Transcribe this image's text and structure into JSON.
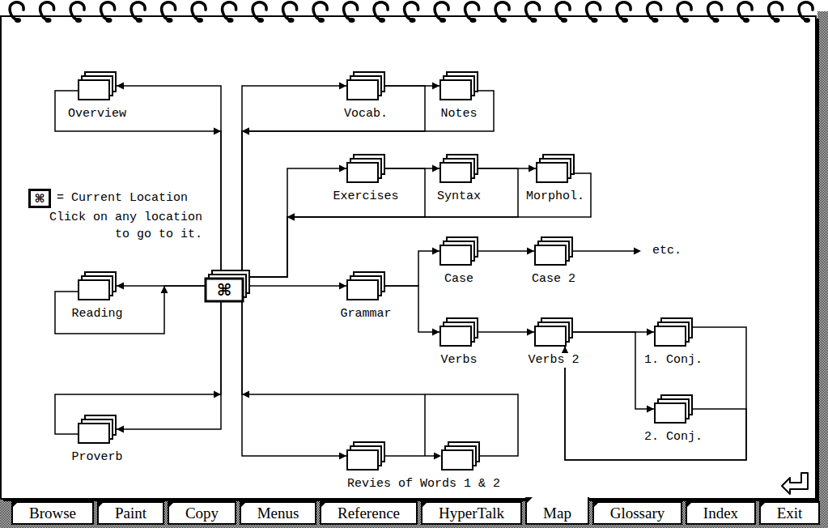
{
  "diagram": {
    "nodes": [
      {
        "text": [
          "Overview"
        ]
      },
      {
        "text": [
          "Vocab."
        ]
      },
      {
        "text": [
          "Notes"
        ]
      },
      {
        "text": [
          "Exercises"
        ]
      },
      {
        "text": [
          "Syntax"
        ]
      },
      {
        "text": [
          "Morphol."
        ]
      },
      {
        "text": [
          "Case"
        ]
      },
      {
        "text": [
          "Case 2"
        ]
      },
      {
        "text": [
          "Reading"
        ]
      },
      {
        "text": [
          "⌘"
        ]
      },
      {
        "text": [
          "Grammar"
        ]
      },
      {
        "text": [
          "Verbs"
        ]
      },
      {
        "text": [
          "Verbs 2"
        ]
      },
      {
        "text": [
          "1. Conj."
        ]
      },
      {
        "text": [
          "2. Conj."
        ]
      },
      {
        "text": [
          "Proverb"
        ]
      },
      {
        "text": [
          "Revies of Words 1 & 2"
        ]
      },
      {
        "text": [
          "Browse"
        ]
      },
      {
        "text": [
          "Paint"
        ]
      },
      {
        "text": [
          "Copy"
        ]
      },
      {
        "text": [
          "Menus"
        ]
      },
      {
        "text": [
          "Reference"
        ]
      },
      {
        "text": [
          "HyperTalk"
        ]
      },
      {
        "text": [
          "Map"
        ]
      },
      {
        "text": [
          "Glossary"
        ]
      },
      {
        "text": [
          "Index"
        ]
      },
      {
        "text": [
          "Exit"
        ]
      }
    ],
    "edges": [
      {
        "from": 9,
        "to": 0,
        "arrow": "to"
      },
      {
        "from": 0,
        "to": 9,
        "arrow": "to"
      },
      {
        "from": 9,
        "to": 1,
        "arrow": "to"
      },
      {
        "from": 1,
        "to": 2,
        "arrow": "to"
      },
      {
        "from": 2,
        "to": 9,
        "arrow": "to"
      },
      {
        "from": 1,
        "to": 9,
        "arrow": "to"
      },
      {
        "from": 9,
        "to": 3,
        "arrow": "to"
      },
      {
        "from": 3,
        "to": 4,
        "arrow": "to"
      },
      {
        "from": 4,
        "to": 5,
        "arrow": "to"
      },
      {
        "from": 5,
        "to": 9,
        "arrow": "to"
      },
      {
        "from": 3,
        "to": 9,
        "arrow": "to"
      },
      {
        "from": 4,
        "to": 9,
        "arrow": "to"
      },
      {
        "from": 10,
        "to": 6,
        "arrow": "to"
      },
      {
        "from": 6,
        "to": 7,
        "arrow": "to"
      },
      {
        "from": 10,
        "to": 11,
        "arrow": "to"
      },
      {
        "from": 11,
        "to": 12,
        "arrow": "to"
      },
      {
        "from": 12,
        "to": 13,
        "arrow": "to"
      },
      {
        "from": 12,
        "to": 14,
        "arrow": "to"
      },
      {
        "from": 13,
        "to": 12,
        "arrow": "to"
      },
      {
        "from": 14,
        "to": 12,
        "arrow": "to"
      },
      {
        "from": 9,
        "to": 8,
        "arrow": "to"
      },
      {
        "from": 8,
        "to": 9,
        "arrow": "to"
      },
      {
        "from": 9,
        "to": 10,
        "arrow": "to"
      },
      {
        "from": 9,
        "to": 15,
        "arrow": "to"
      },
      {
        "from": 15,
        "to": 9,
        "arrow": "to"
      },
      {
        "from": 9,
        "to": 16,
        "arrow": "to"
      },
      {
        "from": 16,
        "to": 9,
        "arrow": "to"
      }
    ],
    "labels": [
      "⌘",
      "= Current Location",
      "Click on any location to go to it.",
      "etc."
    ]
  }
}
